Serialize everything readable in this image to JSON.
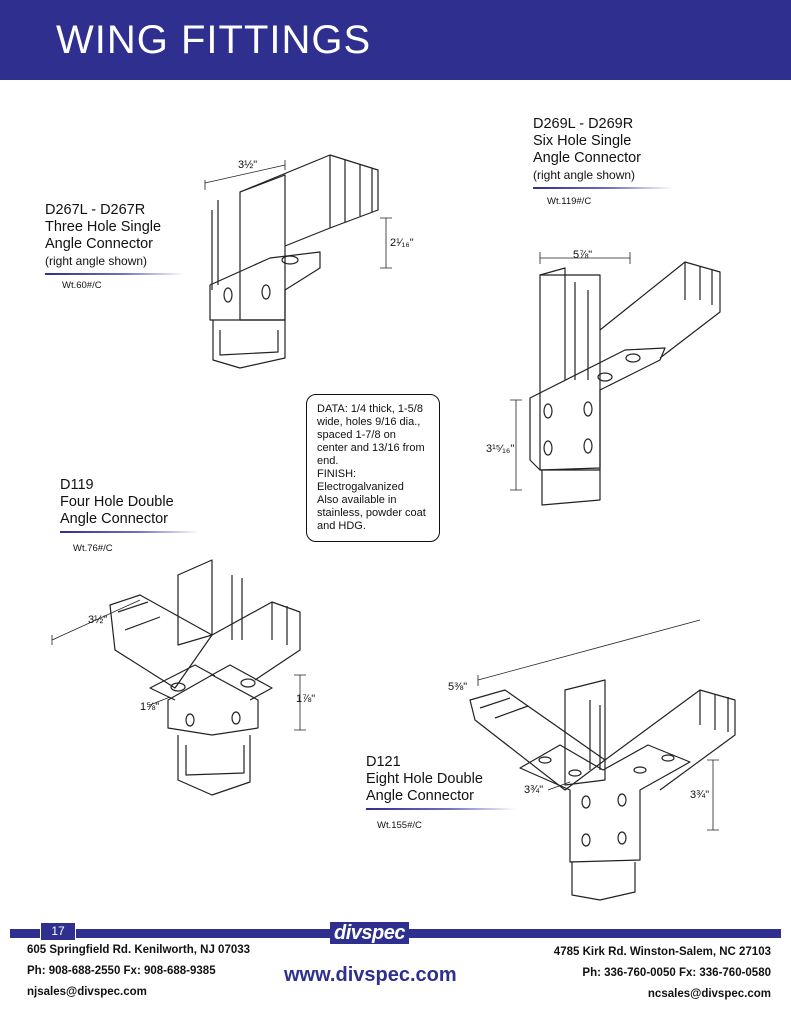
{
  "header": {
    "title": "WING FITTINGS"
  },
  "products": {
    "d267": {
      "model": "D267L - D267R",
      "name_line1": "Three Hole Single",
      "name_line2": "Angle Connector",
      "note": "(right angle shown)",
      "weight": "Wt.60#/C"
    },
    "d269": {
      "model": "D269L - D269R",
      "name_line1": "Six Hole Single",
      "name_line2": "Angle Connector",
      "note": "(right angle shown)",
      "weight": "Wt.119#/C"
    },
    "d119": {
      "model": "D119",
      "name_line1": "Four Hole Double",
      "name_line2": "Angle Connector",
      "weight": "Wt.76#/C"
    },
    "d121": {
      "model": "D121",
      "name_line1": "Eight Hole Double",
      "name_line2": "Angle Connector",
      "weight": "Wt.155#/C"
    }
  },
  "data_box": {
    "line1": "DATA: 1/4 thick, 1-5/8",
    "line2": "wide, holes 9/16 dia.,",
    "line3": "spaced 1-7/8 on",
    "line4": "center and 13/16 from",
    "line5": "end.",
    "line6": "FINISH:",
    "line7": "Electrogalvanized",
    "line8": "Also available in",
    "line9": "stainless, powder coat",
    "line10": "and HDG."
  },
  "dimensions": {
    "d267_width": "3½\"",
    "d267_height": "2¹⁄₁₆\"",
    "d269_width": "5⅞\"",
    "d269_height": "3¹⁵⁄₁₆\"",
    "d119_width": "3½\"",
    "d119_flange": "1⅝\"",
    "d119_height": "1⅞\"",
    "d121_width": "5⅜\"",
    "d121_flange": "3¾\"",
    "d121_height": "3¾\""
  },
  "footer": {
    "page_number": "17",
    "logo": "divspec",
    "left_address": "605 Springfield Rd. Kenilworth, NJ 07033",
    "left_phone": "Ph: 908-688-2550 Fx: 908-688-9385",
    "left_email": "njsales@divspec.com",
    "website": "www.divspec.com",
    "right_address": "4785 Kirk Rd. Winston-Salem, NC 27103",
    "right_phone": "Ph: 336-760-0050 Fx: 336-760-0580",
    "right_email": "ncsales@divspec.com"
  },
  "colors": {
    "brand": "#2e2f8f"
  }
}
